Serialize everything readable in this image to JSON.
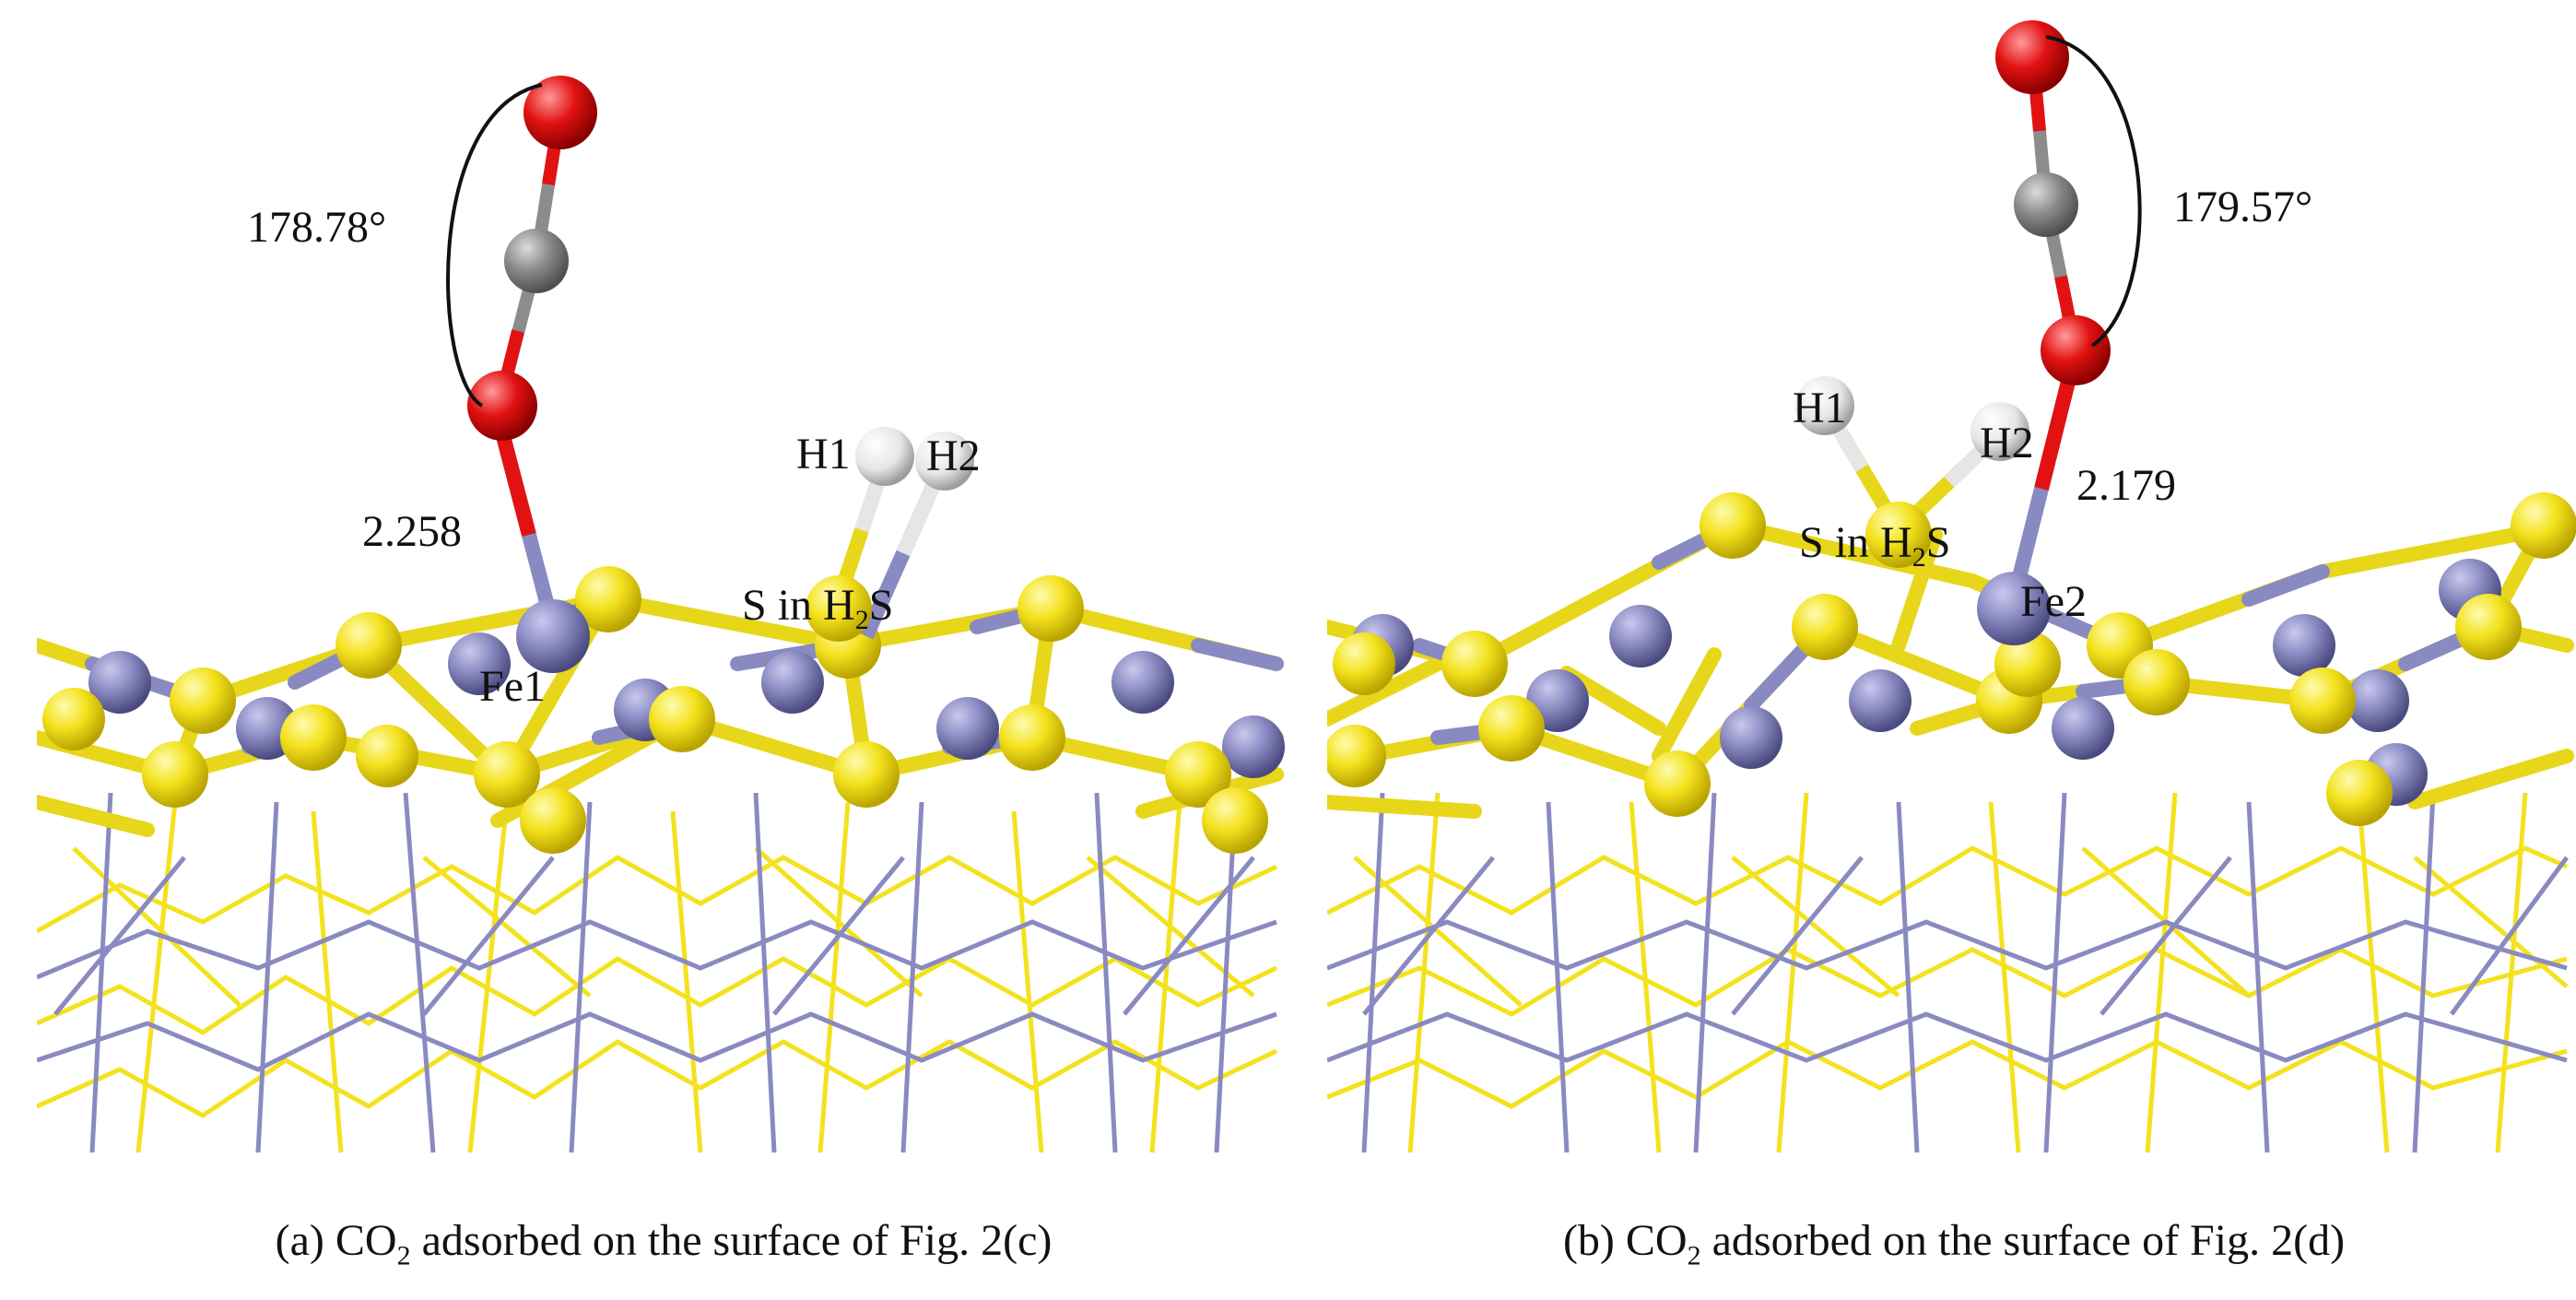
{
  "colors": {
    "iron": "#8a8ac2",
    "iron_dark": "#5a5a92",
    "sulfur": "#f3e21d",
    "sulfur_dark": "#c8b300",
    "oxygen": "#e21212",
    "carbon": "#8c8c8c",
    "hydrogen": "#e6e6e6",
    "background": "#ffffff"
  },
  "panels": [
    {
      "id": "a",
      "caption_prefix": "(a) CO",
      "caption_sub": "2",
      "caption_rest": " adsorbed on the surface of Fig. 2(c)",
      "angle_label": "178.78°",
      "distance_label": "2.258",
      "fe_label": "Fe1",
      "h1_label": "H1",
      "h2_label": "H2",
      "s_label_prefix": "S in H",
      "s_label_sub": "2",
      "s_label_rest": "S"
    },
    {
      "id": "b",
      "caption_prefix": "(b) CO",
      "caption_sub": "2",
      "caption_rest": " adsorbed on the surface of Fig. 2(d)",
      "angle_label": "179.57°",
      "distance_label": "2.179",
      "fe_label": "Fe2",
      "h1_label": "H1",
      "h2_label": "H2",
      "s_label_prefix": "S in H",
      "s_label_sub": "2",
      "s_label_rest": "S"
    }
  ]
}
